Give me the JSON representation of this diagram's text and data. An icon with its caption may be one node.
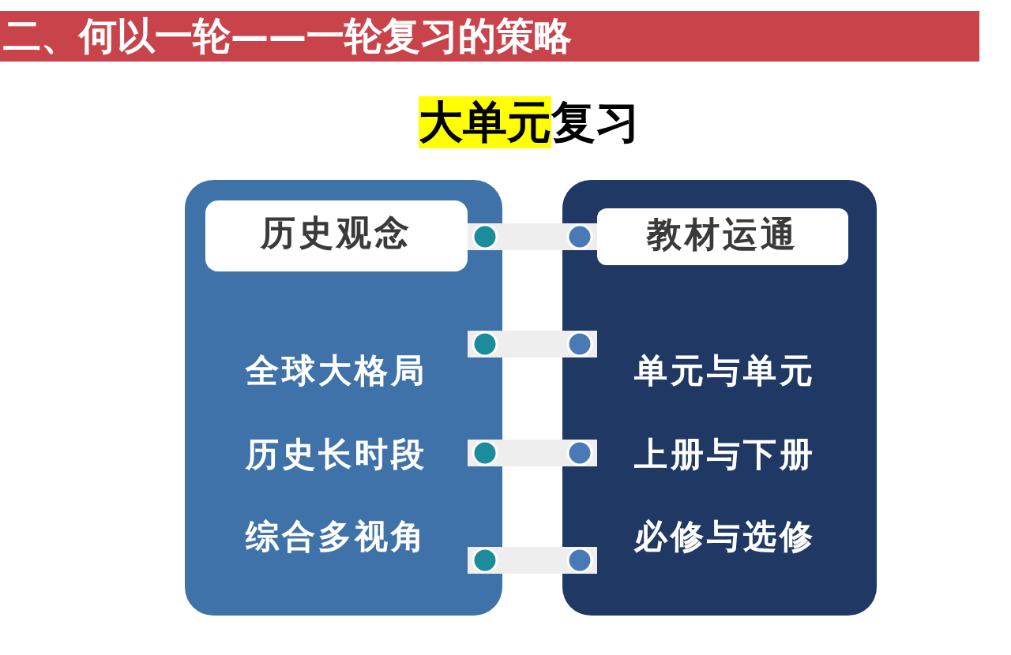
{
  "diagram": {
    "title": "**大单元**复习",
    "nodes": [
      {
        "text": [],
        "shape": "box"
      },
      {
        "text": [
          "历史观念"
        ],
        "in": 0
      },
      {
        "text": [
          "全球大格局"
        ],
        "in": 0
      },
      {
        "text": [
          "历史长时段"
        ],
        "in": 0
      },
      {
        "text": [
          "综合多视角"
        ],
        "in": 0
      },
      {
        "text": [],
        "shape": "box"
      },
      {
        "text": [
          "教材运通"
        ],
        "in": 5
      },
      {
        "text": [
          "单元与单元"
        ],
        "in": 5
      },
      {
        "text": [
          "上册与下册"
        ],
        "in": 5
      },
      {
        "text": [
          "必修与选修"
        ],
        "in": 5
      }
    ],
    "edges": [
      {
        "from": 1,
        "to": 6,
        "arrow": "other"
      },
      {
        "from": 2,
        "to": 7,
        "arrow": "other"
      },
      {
        "from": 3,
        "to": 8,
        "arrow": "other"
      },
      {
        "from": 4,
        "to": 9,
        "arrow": "other"
      }
    ],
    "labels": [
      "二、何以一轮——一轮复习的策略"
    ]
  }
}
